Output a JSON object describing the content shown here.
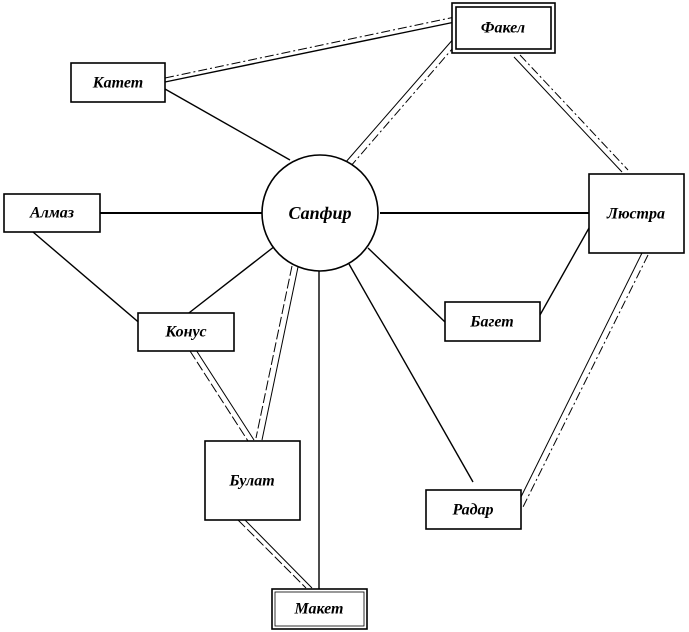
{
  "nodes": {
    "faker": "Факел",
    "katet": "Катет",
    "almaz": "Алмаз",
    "sapfir": "Сапфир",
    "lyustra": "Люстра",
    "baget": "Багет",
    "konus": "Конус",
    "bulat": "Булат",
    "radar": "Радар",
    "maket": "Макет"
  }
}
